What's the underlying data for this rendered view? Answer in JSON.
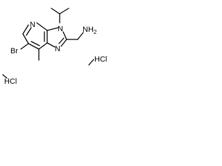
{
  "atoms": {
    "pyridine_n": "N",
    "imidazole_n3": "N",
    "imidazole_n1": "N",
    "bromine": "Br",
    "amine": "NH",
    "amine_sub": "2",
    "hcl_right": "HCl",
    "hcl_left": "HCl"
  },
  "colors": {
    "stroke": "#000000",
    "background": "#ffffff"
  }
}
